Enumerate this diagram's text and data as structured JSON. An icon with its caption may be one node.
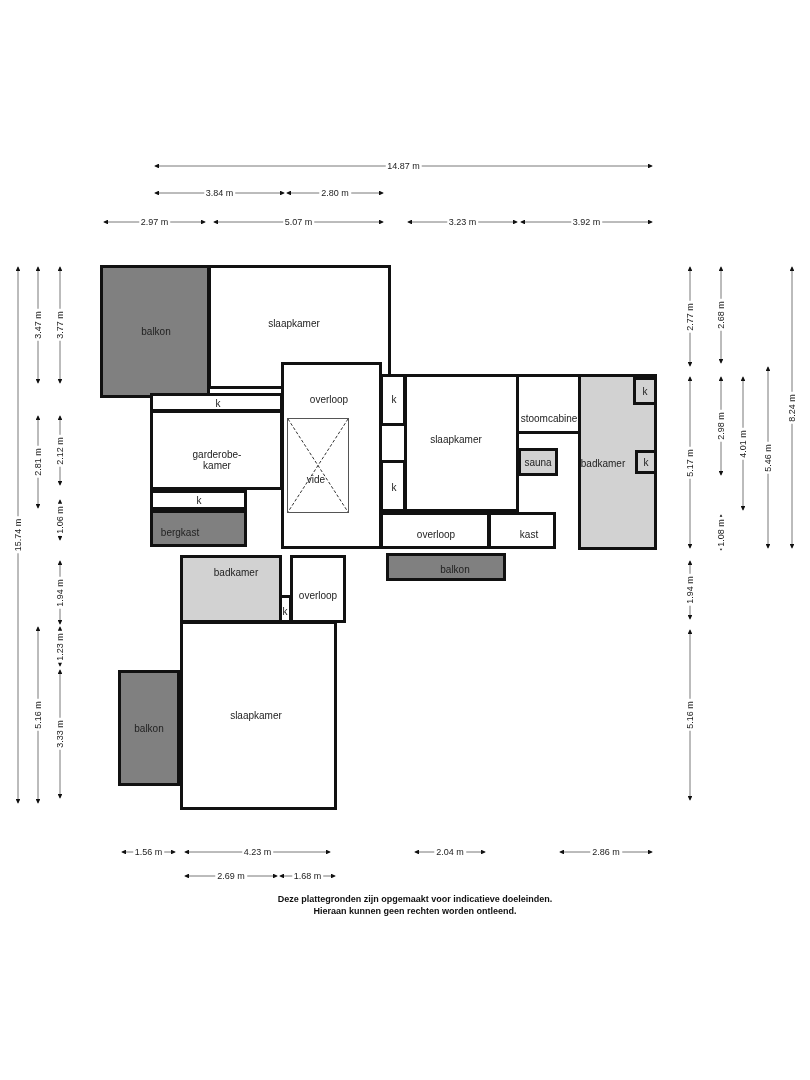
{
  "diagram": {
    "caption": "Deze plattegronden zijn opgemaakt voor indicatieve doeleinden. Hieraan kunnen geen rechten worden ontleend.",
    "nodes": [
      {
        "text": [
          "balkon"
        ]
      },
      {
        "text": [
          "slaapkamer"
        ]
      },
      {
        "text": [
          "overloop"
        ]
      },
      {
        "text": [
          "k"
        ]
      },
      {
        "text": [
          "garderobe- kamer"
        ]
      },
      {
        "text": [
          "k"
        ]
      },
      {
        "text": [
          "vide"
        ],
        "in": 2
      },
      {
        "text": [
          "k"
        ]
      },
      {
        "text": [
          "slaapkamer"
        ]
      },
      {
        "text": [
          "k"
        ]
      },
      {
        "text": [
          "stoomcabine"
        ]
      },
      {
        "text": [
          "k"
        ],
        "in": 13
      },
      {
        "text": [
          "sauna"
        ]
      },
      {
        "text": [
          "badkamer"
        ]
      },
      {
        "text": [
          "k"
        ],
        "in": 13
      },
      {
        "text": [
          "bergkast"
        ]
      },
      {
        "text": [
          "overloop"
        ]
      },
      {
        "text": [
          "kast"
        ]
      },
      {
        "text": [
          "balkon"
        ]
      },
      {
        "text": [
          "badkamer"
        ]
      },
      {
        "text": [
          "k"
        ]
      },
      {
        "text": [
          "overloop"
        ]
      },
      {
        "text": [
          "balkon"
        ]
      },
      {
        "text": [
          "slaapkamer"
        ]
      }
    ],
    "labels": [
      "14.87 m",
      "3.84 m",
      "2.80 m",
      "2.97 m",
      "5.07 m",
      "3.23 m",
      "3.92 m",
      "15.74 m",
      "3.47 m",
      "3.77 m",
      "2.81 m",
      "2.12 m",
      "1.06 m",
      "1.94 m",
      "5.16 m",
      "1.23 m",
      "3.33 m",
      "2.77 m",
      "2.68 m",
      "2.98 m",
      "4.01 m",
      "5.17 m",
      "5.46 m",
      "8.24 m",
      "1.08 m",
      "1.94 m",
      "5.16 m",
      "1.56 m",
      "4.23 m",
      "2.04 m",
      "2.86 m",
      "2.69 m",
      "1.68 m"
    ]
  }
}
